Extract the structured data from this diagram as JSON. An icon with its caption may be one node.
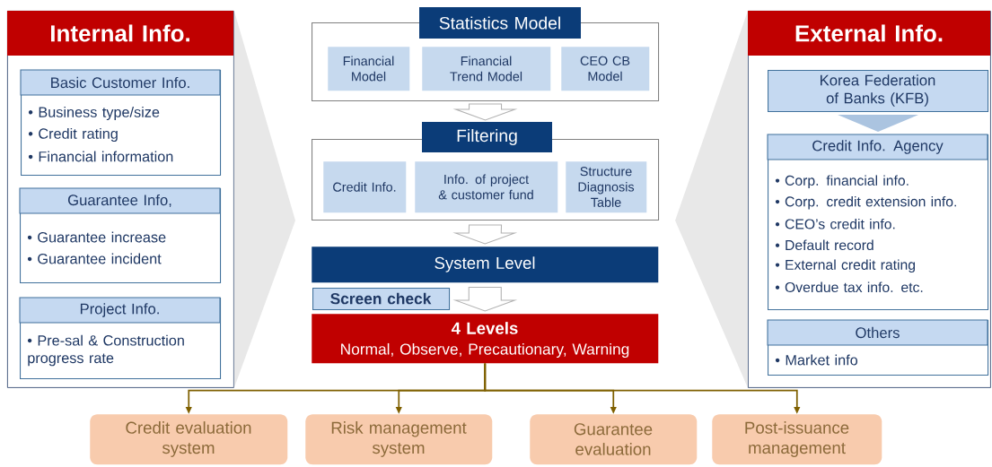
{
  "diagram": {
    "nodes": [
      {
        "text": [
          "Internal Info."
        ]
      },
      {
        "text": [
          "Basic Customer Info.",
          "• Business type/size",
          "• Credit rating",
          "• Financial information"
        ],
        "in": 0
      },
      {
        "text": [
          "Guarantee Info,",
          "• Guarantee increase",
          "• Guarantee incident"
        ],
        "in": 0
      },
      {
        "text": [
          "Project Info.",
          "• Pre-sal & Construction progress rate"
        ],
        "in": 0
      },
      {
        "text": [
          "Statistics Model"
        ]
      },
      {
        "text": [
          "Financial Model"
        ],
        "in": 4
      },
      {
        "text": [
          "Financial Trend Model"
        ],
        "in": 4
      },
      {
        "text": [
          "CEO CB Model"
        ],
        "in": 4
      },
      {
        "text": [
          "Filtering"
        ]
      },
      {
        "text": [
          "Credit Info."
        ],
        "in": 8
      },
      {
        "text": [
          "Info. of project & customer fund"
        ],
        "in": 8
      },
      {
        "text": [
          "Structure Diagnosis Table"
        ],
        "in": 8
      },
      {
        "text": [
          "System Level"
        ]
      },
      {
        "text": [
          "Screen check"
        ]
      },
      {
        "text": [
          "4 Levels",
          "Normal, Observe, Precautionary, Warning"
        ]
      },
      {
        "text": [
          "External Info."
        ]
      },
      {
        "text": [
          "Korea Federation of Banks (KFB)"
        ],
        "in": 15
      },
      {
        "text": [
          "Credit Info. Agency",
          "• Corp. financial info.",
          "• Corp. credit extension info.",
          "• CEO’s credit info.",
          "• Default record",
          "• External credit rating",
          "• Overdue tax info. etc."
        ],
        "in": 15
      },
      {
        "text": [
          "Others",
          "• Market info"
        ],
        "in": 15
      },
      {
        "text": [
          "Credit evaluation system"
        ]
      },
      {
        "text": [
          "Risk management system"
        ]
      },
      {
        "text": [
          "Guarantee evaluation"
        ]
      },
      {
        "text": [
          "Post-issuance management"
        ]
      }
    ],
    "edges": [
      {
        "from": 0,
        "to": 8,
        "arrow": "to"
      },
      {
        "from": 15,
        "to": 8,
        "arrow": "to"
      },
      {
        "from": 4,
        "to": 8,
        "arrow": "to"
      },
      {
        "from": 8,
        "to": 12,
        "arrow": "to"
      },
      {
        "from": 12,
        "to": 14,
        "arrow": "to"
      },
      {
        "from": 16,
        "to": 17,
        "arrow": "to"
      },
      {
        "from": 14,
        "to": 19,
        "arrow": "to"
      },
      {
        "from": 14,
        "to": 20,
        "arrow": "to"
      },
      {
        "from": 14,
        "to": 21,
        "arrow": "to"
      },
      {
        "from": 14,
        "to": 22,
        "arrow": "to"
      }
    ]
  }
}
